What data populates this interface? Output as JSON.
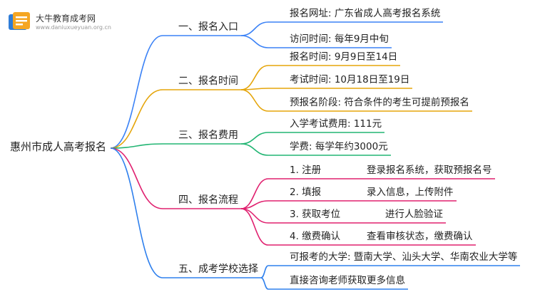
{
  "logo": {
    "title": "大牛教育成考网",
    "url": "www.daniuxueyuan.org.cn",
    "icon": "book-icon",
    "colors": {
      "blue": "#2f7dd8",
      "orange": "#f5a623"
    }
  },
  "root": {
    "label": "惠州市成人高考报名"
  },
  "branches": [
    {
      "label": "一、报名入口",
      "color": "#3b82f6",
      "children": [
        {
          "label": "报名网址: 广东省成人高考报名系统"
        },
        {
          "label": "访问时间: 每年9月中旬"
        }
      ]
    },
    {
      "label": "二、报名时间",
      "color": "#e5a50a",
      "children": [
        {
          "label": "报名时间: 9月9日至14日"
        },
        {
          "label": "考试时间: 10月18日至19日"
        },
        {
          "label": "预报名阶段: 符合条件的考生可提前预报名"
        }
      ]
    },
    {
      "label": "三、报名费用",
      "color": "#22b573",
      "children": [
        {
          "label": "入学考试费用: 111元"
        },
        {
          "label": "学费: 每学年约3000元"
        }
      ]
    },
    {
      "label": "四、报名流程",
      "color": "#e0206f",
      "children": [
        {
          "label": "1. 注册",
          "detail": "登录报名系统，获取预报名号"
        },
        {
          "label": "2. 填报",
          "detail": "录入信息，上传附件"
        },
        {
          "label": "3. 获取考位",
          "detail": "进行人脸验证"
        },
        {
          "label": "4. 缴费确认",
          "detail": "查看审核状态，缴费确认"
        }
      ]
    },
    {
      "label": "五、成考学校选择",
      "color": "#2f80ed",
      "children": [
        {
          "label": "可报考的大学: 暨南大学、汕头大学、华南农业大学等"
        },
        {
          "label": "直接咨询老师获取更多信息"
        }
      ]
    }
  ]
}
